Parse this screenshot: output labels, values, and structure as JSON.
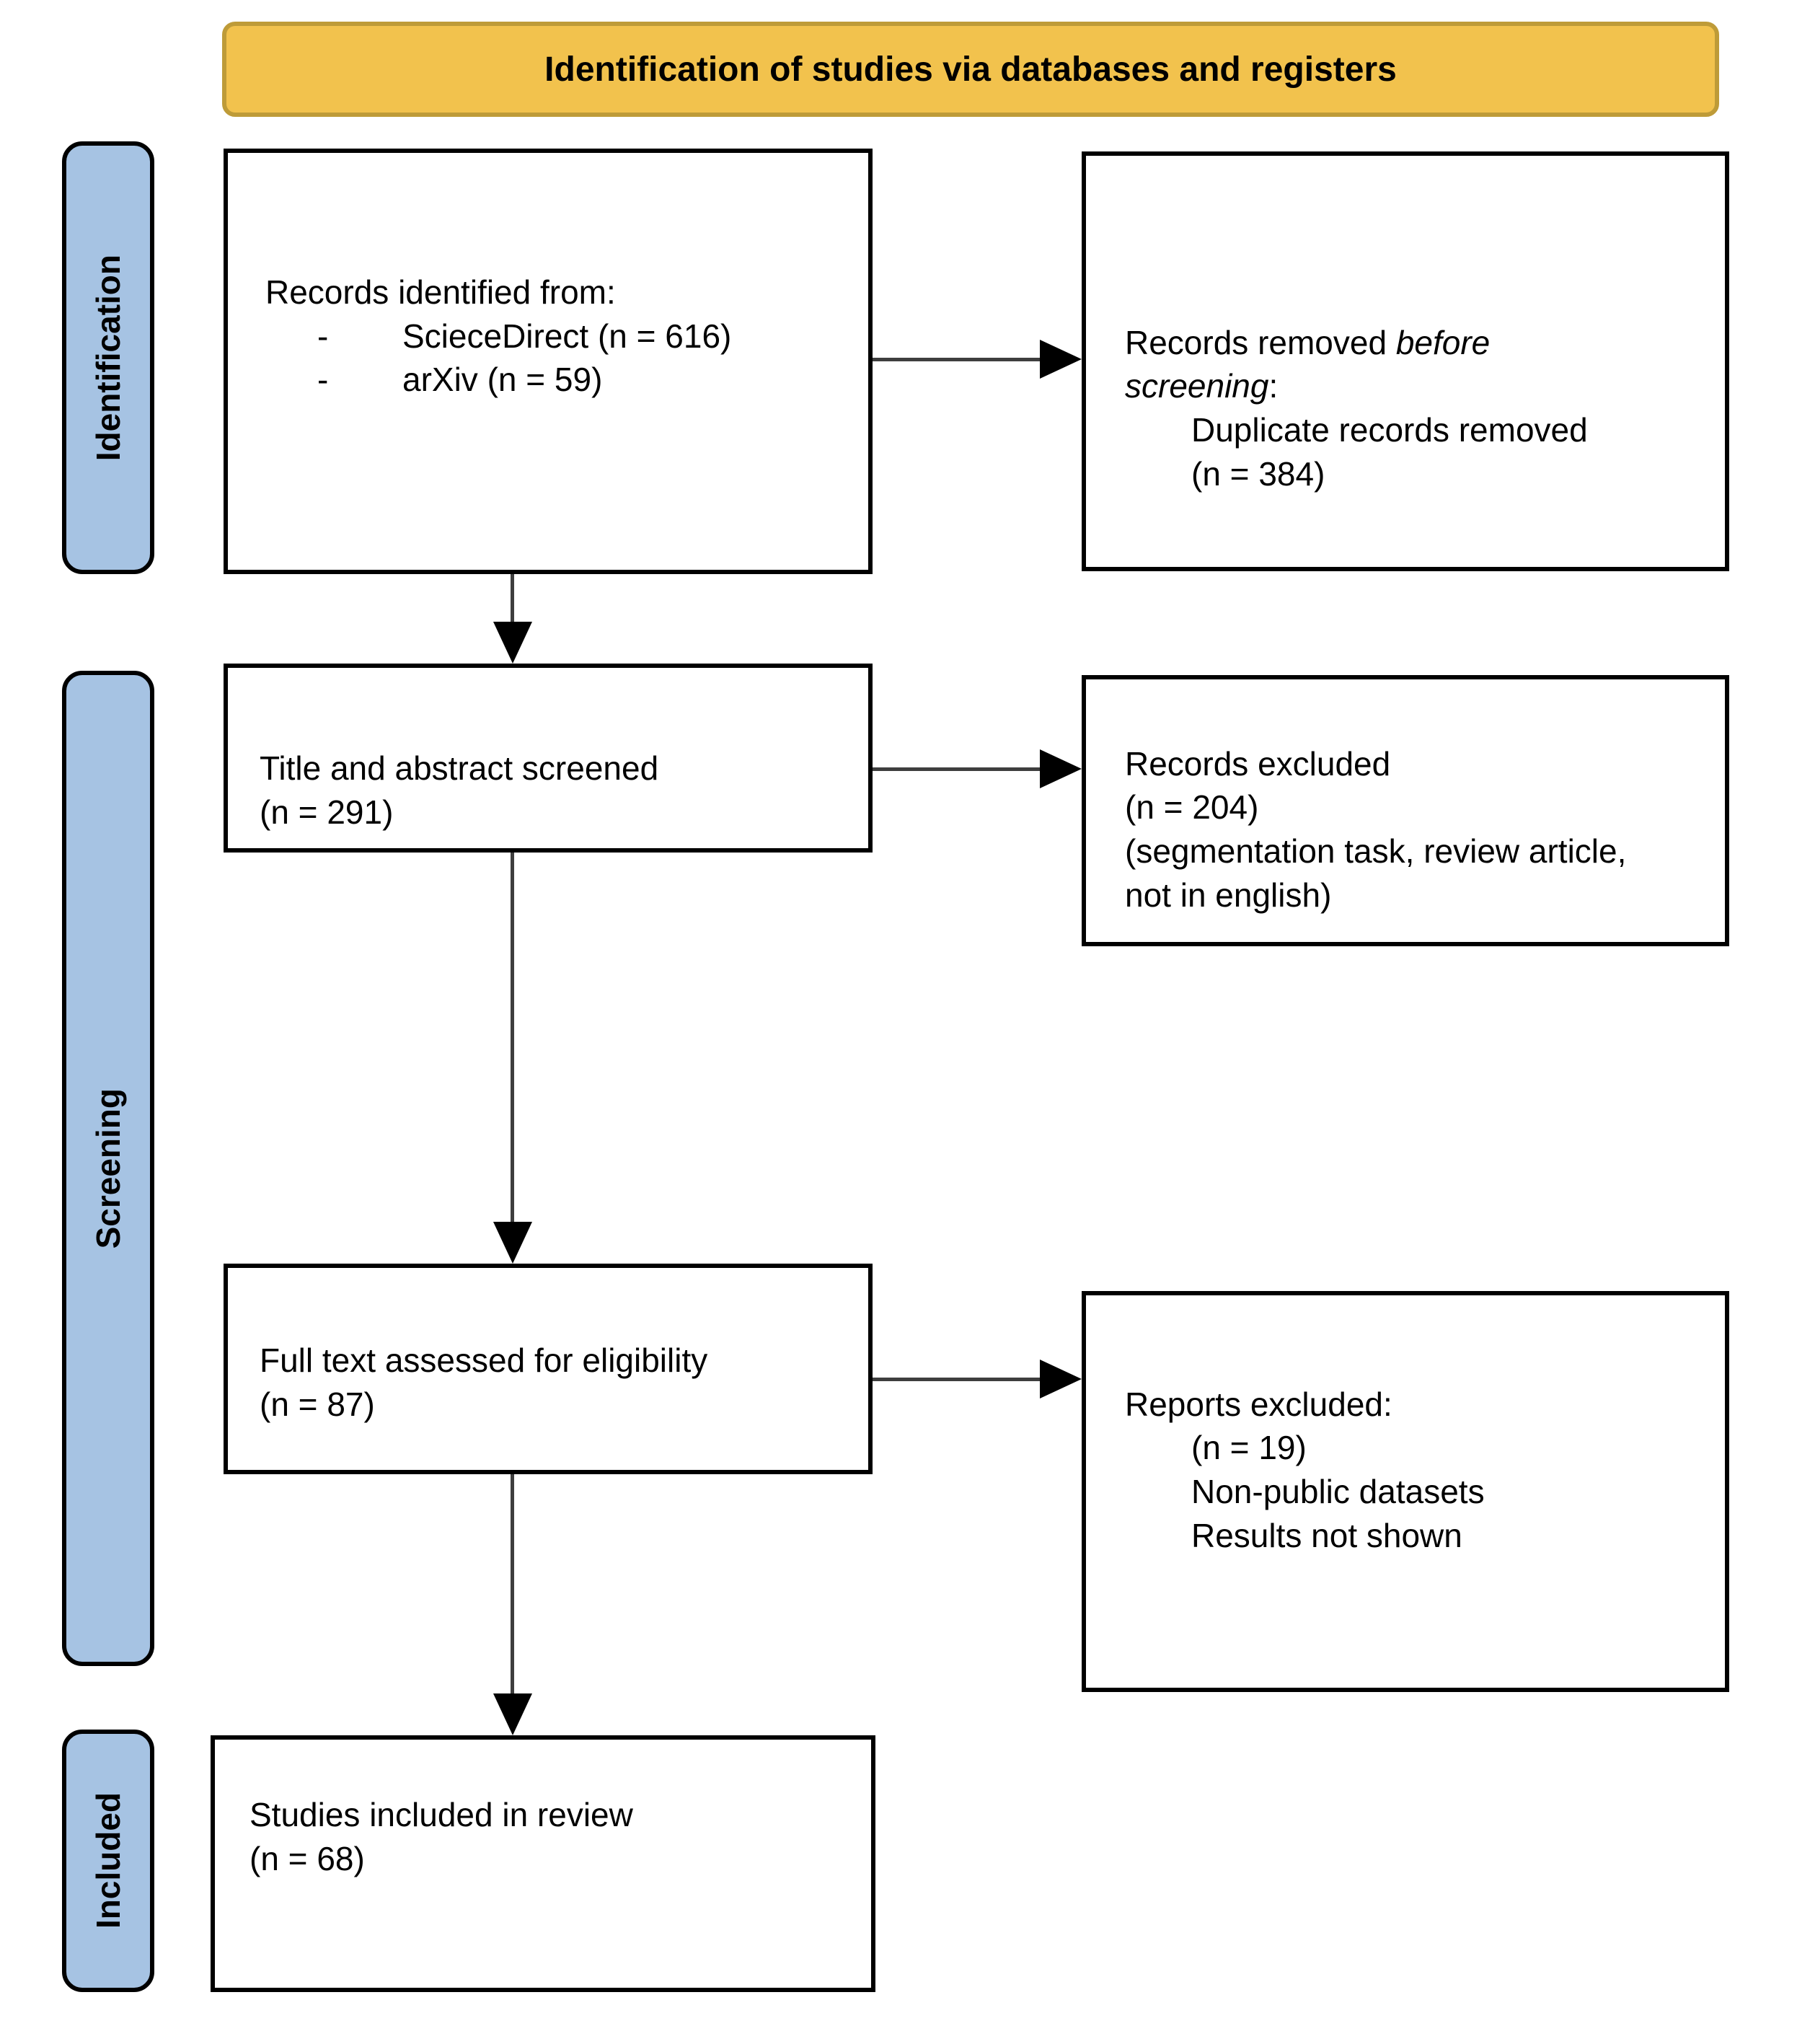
{
  "title_banner": "Identification of studies via databases and registers",
  "colors": {
    "banner_fill": "#F2C24D",
    "banner_border": "#BE9B38",
    "stage_fill": "#A6C3E3",
    "stage_border": "#000000",
    "box_background": "#FFFFFF",
    "box_border": "#000000",
    "arrow_line": "#3E3E3E",
    "arrow_head": "#000000",
    "text": "#000000"
  },
  "stages": [
    {
      "label": "Identification"
    },
    {
      "label": "Screening"
    },
    {
      "label": "Included"
    }
  ],
  "boxes": {
    "records_identified": {
      "title": "Records identified from:",
      "bullet_marker": "-",
      "items": [
        {
          "label": "ScieceDirect (n = 616)"
        },
        {
          "label": "arXiv (n = 59)"
        }
      ]
    },
    "records_removed": {
      "normal1": "Records removed ",
      "italic1": "before",
      "italic2": "screening",
      "normal2": ":",
      "detail": "Duplicate records removed",
      "count": "(n = 384)"
    },
    "title_abstract_screened": {
      "line1": "Title and abstract screened",
      "count": "(n = 291)"
    },
    "records_excluded": {
      "line1": "Records excluded",
      "count": "(n = 204)",
      "reason": "(segmentation task, review article, not in english)"
    },
    "full_text_assessed": {
      "line1": "Full text assessed for eligibility",
      "count": "(n = 87)"
    },
    "reports_excluded": {
      "title": "Reports excluded:",
      "items": [
        {
          "label": "(n = 19)"
        },
        {
          "label": "Non-public datasets"
        },
        {
          "label": "Results not shown"
        }
      ]
    },
    "studies_included": {
      "line1": "Studies included in review",
      "count": "(n = 68)"
    }
  }
}
